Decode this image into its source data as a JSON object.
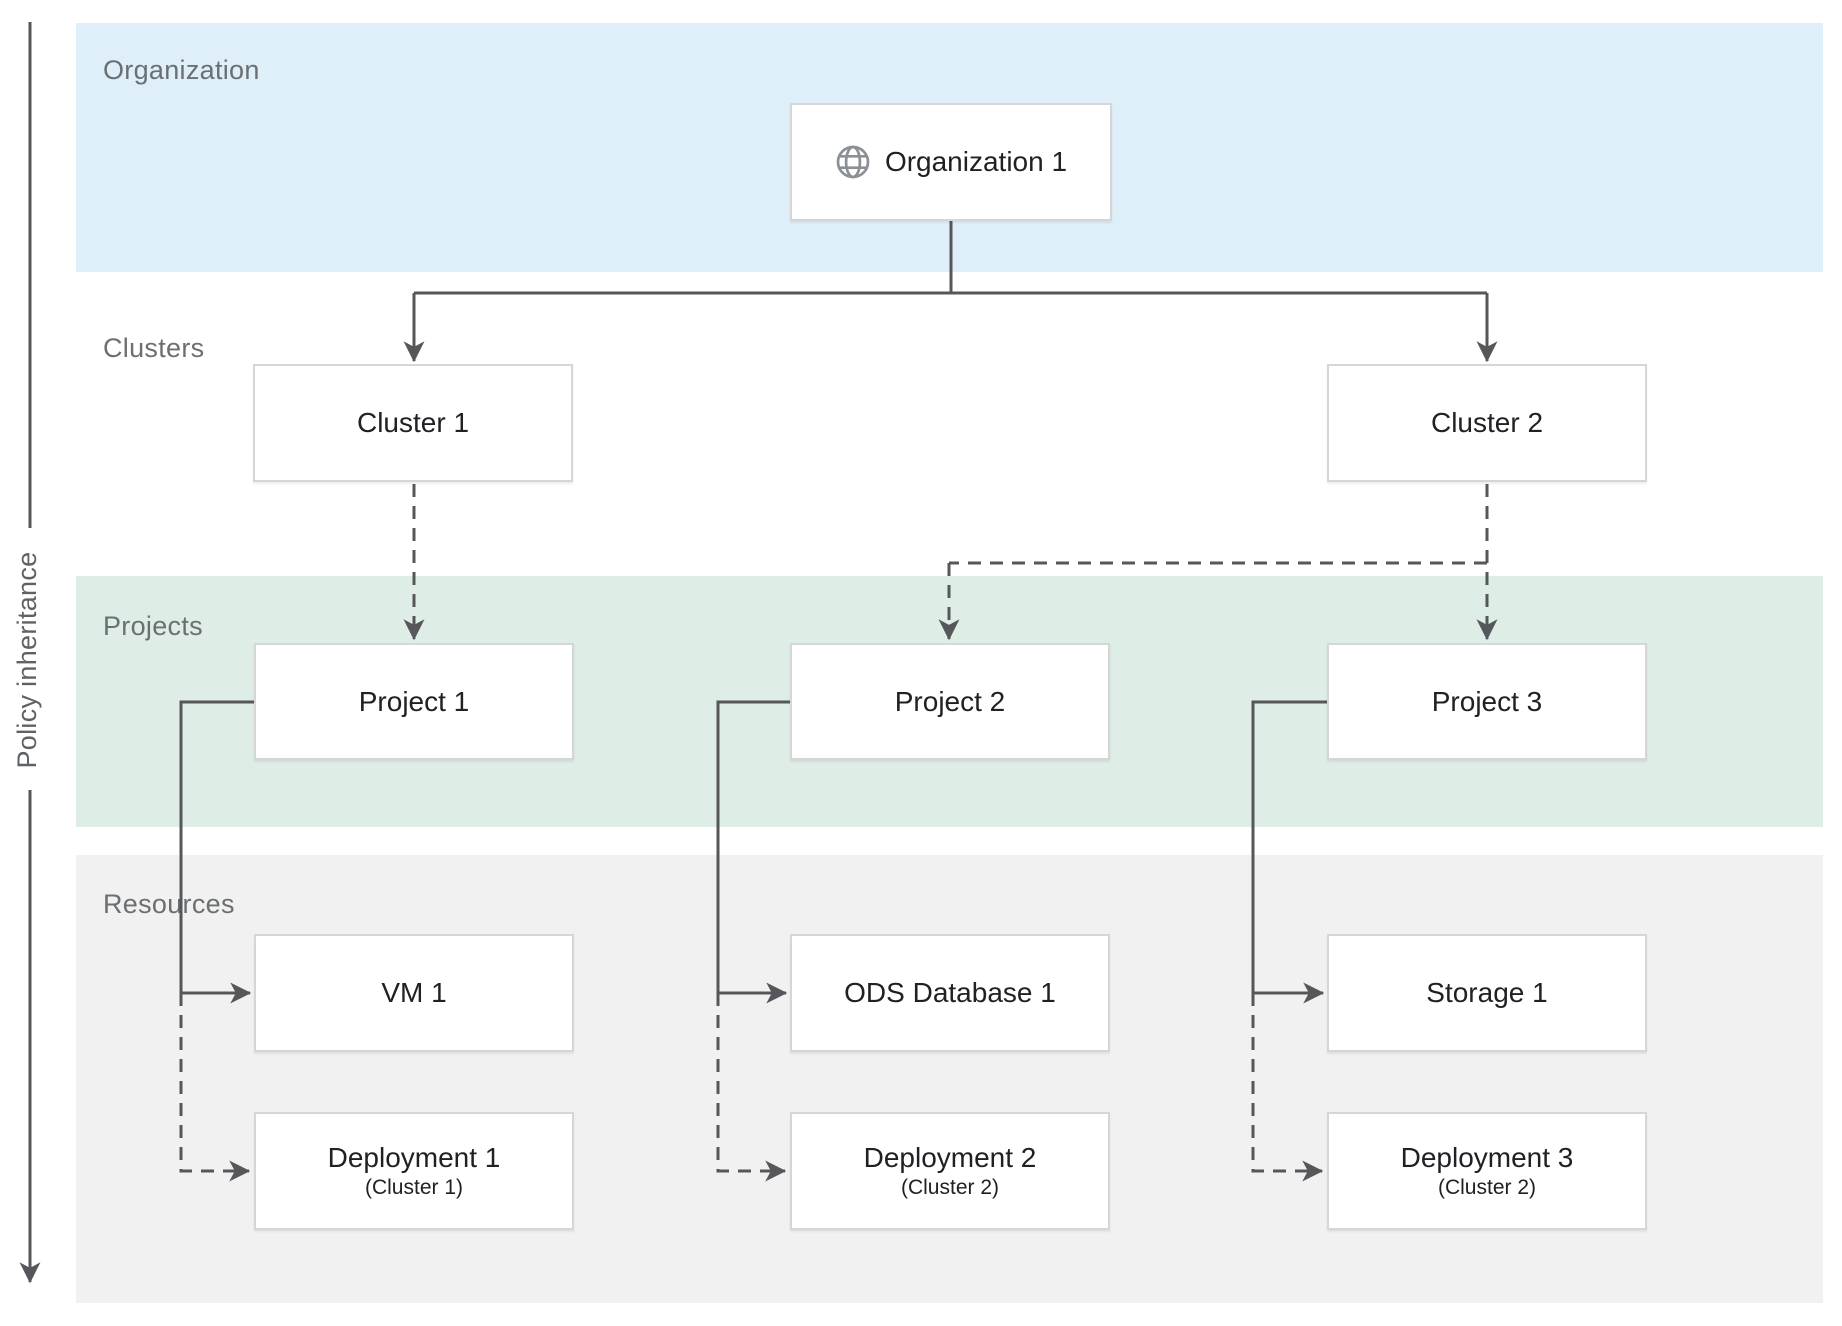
{
  "policy": {
    "label": "Policy inheritance",
    "direction": "top-to-bottom"
  },
  "bands": [
    {
      "id": "organization",
      "label": "Organization",
      "color": "#deeff9"
    },
    {
      "id": "clusters",
      "label": "Clusters",
      "color": "#ffffff"
    },
    {
      "id": "projects",
      "label": "Projects",
      "color": "#deeee6"
    },
    {
      "id": "resources",
      "label": "Resources",
      "color": "#f1f1f1"
    }
  ],
  "nodes": {
    "organization1": {
      "label": "Organization 1",
      "icon": "globe-icon",
      "band": "organization"
    },
    "cluster1": {
      "label": "Cluster 1",
      "band": "clusters"
    },
    "cluster2": {
      "label": "Cluster 2",
      "band": "clusters"
    },
    "project1": {
      "label": "Project 1",
      "band": "projects"
    },
    "project2": {
      "label": "Project 2",
      "band": "projects"
    },
    "project3": {
      "label": "Project 3",
      "band": "projects"
    },
    "vm1": {
      "label": "VM 1",
      "band": "resources"
    },
    "ods_database1": {
      "label": "ODS Database 1",
      "band": "resources"
    },
    "storage1": {
      "label": "Storage 1",
      "band": "resources"
    },
    "deployment1": {
      "label": "Deployment 1",
      "sublabel": "(Cluster 1)",
      "band": "resources"
    },
    "deployment2": {
      "label": "Deployment 2",
      "sublabel": "(Cluster 2)",
      "band": "resources"
    },
    "deployment3": {
      "label": "Deployment 3",
      "sublabel": "(Cluster 2)",
      "band": "resources"
    }
  },
  "edges": [
    {
      "from": "organization1",
      "to": "cluster1",
      "style": "solid"
    },
    {
      "from": "organization1",
      "to": "cluster2",
      "style": "solid"
    },
    {
      "from": "cluster1",
      "to": "project1",
      "style": "dashed"
    },
    {
      "from": "cluster2",
      "to": "project2",
      "style": "dashed"
    },
    {
      "from": "cluster2",
      "to": "project3",
      "style": "dashed"
    },
    {
      "from": "project1",
      "to": "vm1",
      "style": "solid"
    },
    {
      "from": "project1",
      "to": "deployment1",
      "style": "dashed"
    },
    {
      "from": "project2",
      "to": "ods_database1",
      "style": "solid"
    },
    {
      "from": "project2",
      "to": "deployment2",
      "style": "dashed"
    },
    {
      "from": "project3",
      "to": "storage1",
      "style": "solid"
    },
    {
      "from": "project3",
      "to": "deployment3",
      "style": "dashed"
    }
  ],
  "colors": {
    "band_organization": "#deeff9",
    "band_projects": "#deeee6",
    "band_resources": "#f1f1f1",
    "node_border": "#d6d6d6",
    "node_text": "#202124",
    "band_label_text": "#6b6f72",
    "connector": "#56575a",
    "globe_icon": "#8b9096"
  }
}
